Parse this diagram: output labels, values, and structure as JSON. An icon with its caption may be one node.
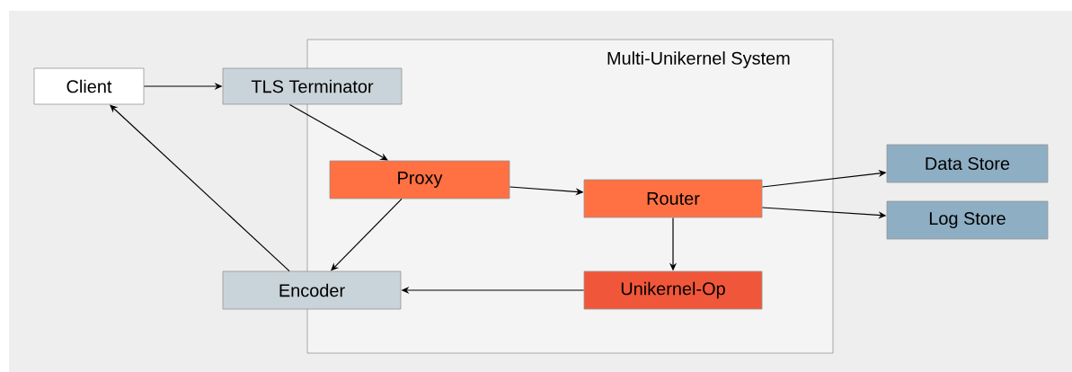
{
  "diagram": {
    "nodes": [
      {
        "text": [
          "Multi-Unikernel System"
        ]
      },
      {
        "text": [
          "Client"
        ]
      },
      {
        "text": [
          "TLS Terminator"
        ]
      },
      {
        "text": [
          "Proxy"
        ],
        "in": 0
      },
      {
        "text": [
          "Router"
        ],
        "in": 0
      },
      {
        "text": [
          "Unikernel-Op"
        ],
        "in": 0
      },
      {
        "text": [
          "Encoder"
        ]
      },
      {
        "text": [
          "Data Store"
        ]
      },
      {
        "text": [
          "Log Store"
        ]
      }
    ],
    "edges": [
      {
        "from": 1,
        "to": 2,
        "arrow": "to"
      },
      {
        "from": 2,
        "to": 3,
        "arrow": "to"
      },
      {
        "from": 3,
        "to": 4,
        "arrow": "to"
      },
      {
        "from": 4,
        "to": 7,
        "arrow": "to"
      },
      {
        "from": 4,
        "to": 8,
        "arrow": "to"
      },
      {
        "from": 4,
        "to": 5,
        "arrow": "to"
      },
      {
        "from": 5,
        "to": 6,
        "arrow": "to"
      },
      {
        "from": 3,
        "to": 6,
        "arrow": "to"
      },
      {
        "from": 6,
        "to": 1,
        "arrow": "to"
      }
    ]
  }
}
